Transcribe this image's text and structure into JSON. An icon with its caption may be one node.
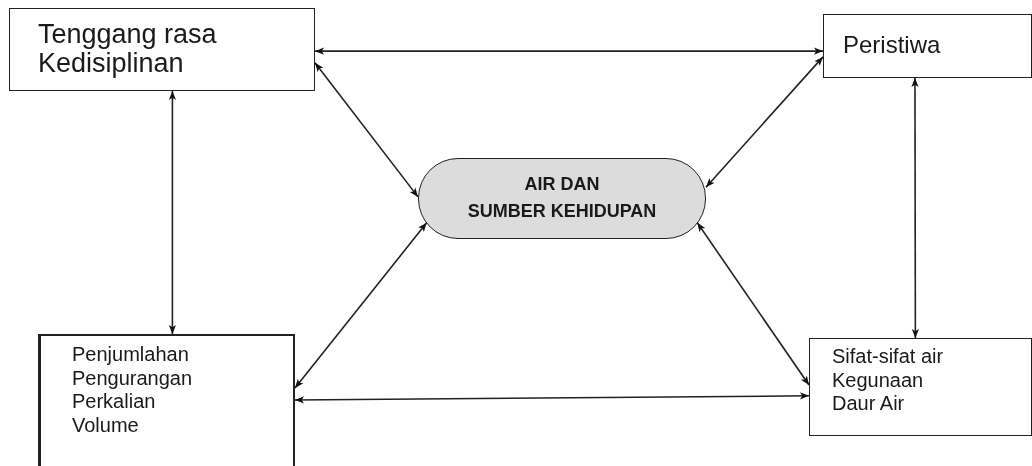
{
  "diagram": {
    "nodes": [
      {
        "text": [
          "Tenggang rasa",
          "Kedisiplinan"
        ]
      },
      {
        "text": [
          "Peristiwa"
        ]
      },
      {
        "text": [
          "AIR DAN SUMBER KEHIDUPAN"
        ]
      },
      {
        "text": [
          "Penjumlahan",
          "Pengurangan",
          "Perkalian",
          "Volume"
        ]
      },
      {
        "text": [
          "Sifat-sifat air",
          "Kegunaan",
          "Daur Air"
        ]
      }
    ],
    "edges": [
      {
        "from": 0,
        "to": 1,
        "arrow": "both"
      },
      {
        "from": 0,
        "to": 2,
        "arrow": "both"
      },
      {
        "from": 0,
        "to": 3,
        "arrow": "both"
      },
      {
        "from": 1,
        "to": 2,
        "arrow": "both"
      },
      {
        "from": 1,
        "to": 4,
        "arrow": "both"
      },
      {
        "from": 2,
        "to": 3,
        "arrow": "both"
      },
      {
        "from": 2,
        "to": 4,
        "arrow": "both"
      },
      {
        "from": 3,
        "to": 4,
        "arrow": "both"
      }
    ]
  }
}
